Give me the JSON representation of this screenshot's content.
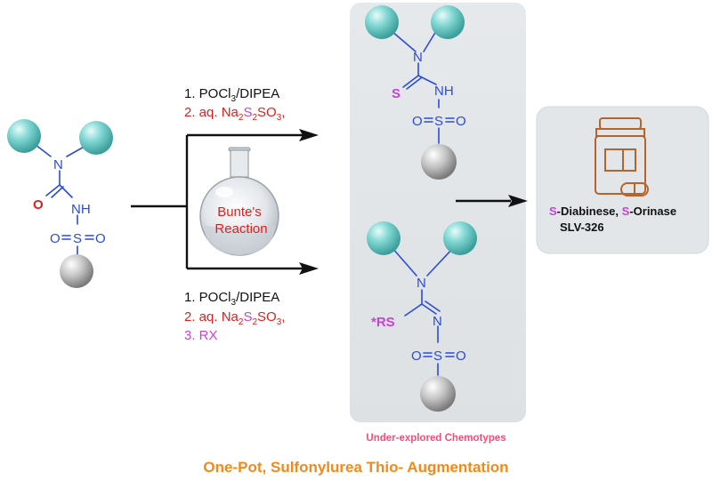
{
  "atoms": {
    "nitrogen": "N",
    "nh": "NH",
    "oxygen": "O",
    "sulfur": "S",
    "imine_n": "N",
    "thioether": "*RS"
  },
  "reagents_top": {
    "step1": "1. POCl",
    "step1_sub": "3",
    "step1_tail": "/DIPEA",
    "step2_pre": "2. aq. Na",
    "step2_sub1": "2",
    "step2_s": "S",
    "step2_sub2": "2",
    "step2_so": "SO",
    "step2_sub3": "3",
    "step2_tail": ","
  },
  "reagents_bottom": {
    "step1": "1. POCl",
    "step1_sub": "3",
    "step1_tail": "/DIPEA",
    "step2_pre": "2. aq. Na",
    "step2_sub1": "2",
    "step2_s": "S",
    "step2_sub2": "2",
    "step2_so": "SO",
    "step2_sub3": "3",
    "step2_tail": ",",
    "step3": "3. RX"
  },
  "flask_label": [
    "Bunte's",
    "Reaction"
  ],
  "box_caption": "Under-explored Chemotypes",
  "drugs": {
    "line1_s1": "S",
    "line1_name1": "-Diabinese, ",
    "line1_s2": "S",
    "line1_name2": "-Orinase",
    "line2": "SLV-326"
  },
  "footer": "One-Pot, Sulfonylurea Thio- Augmentation",
  "colors": {
    "bond_blue": "#2a4bd7",
    "oxygen_red": "#e02020",
    "sulfur_purple": "#c642d8",
    "orange": "#f08a1c",
    "caption_pink": "#f0507a",
    "sphere_teal": "#5cc8c4",
    "sphere_gray": "#b8b8b8",
    "panel_gray": "#e4e7e9",
    "bottle_brown": "#b5652b"
  }
}
